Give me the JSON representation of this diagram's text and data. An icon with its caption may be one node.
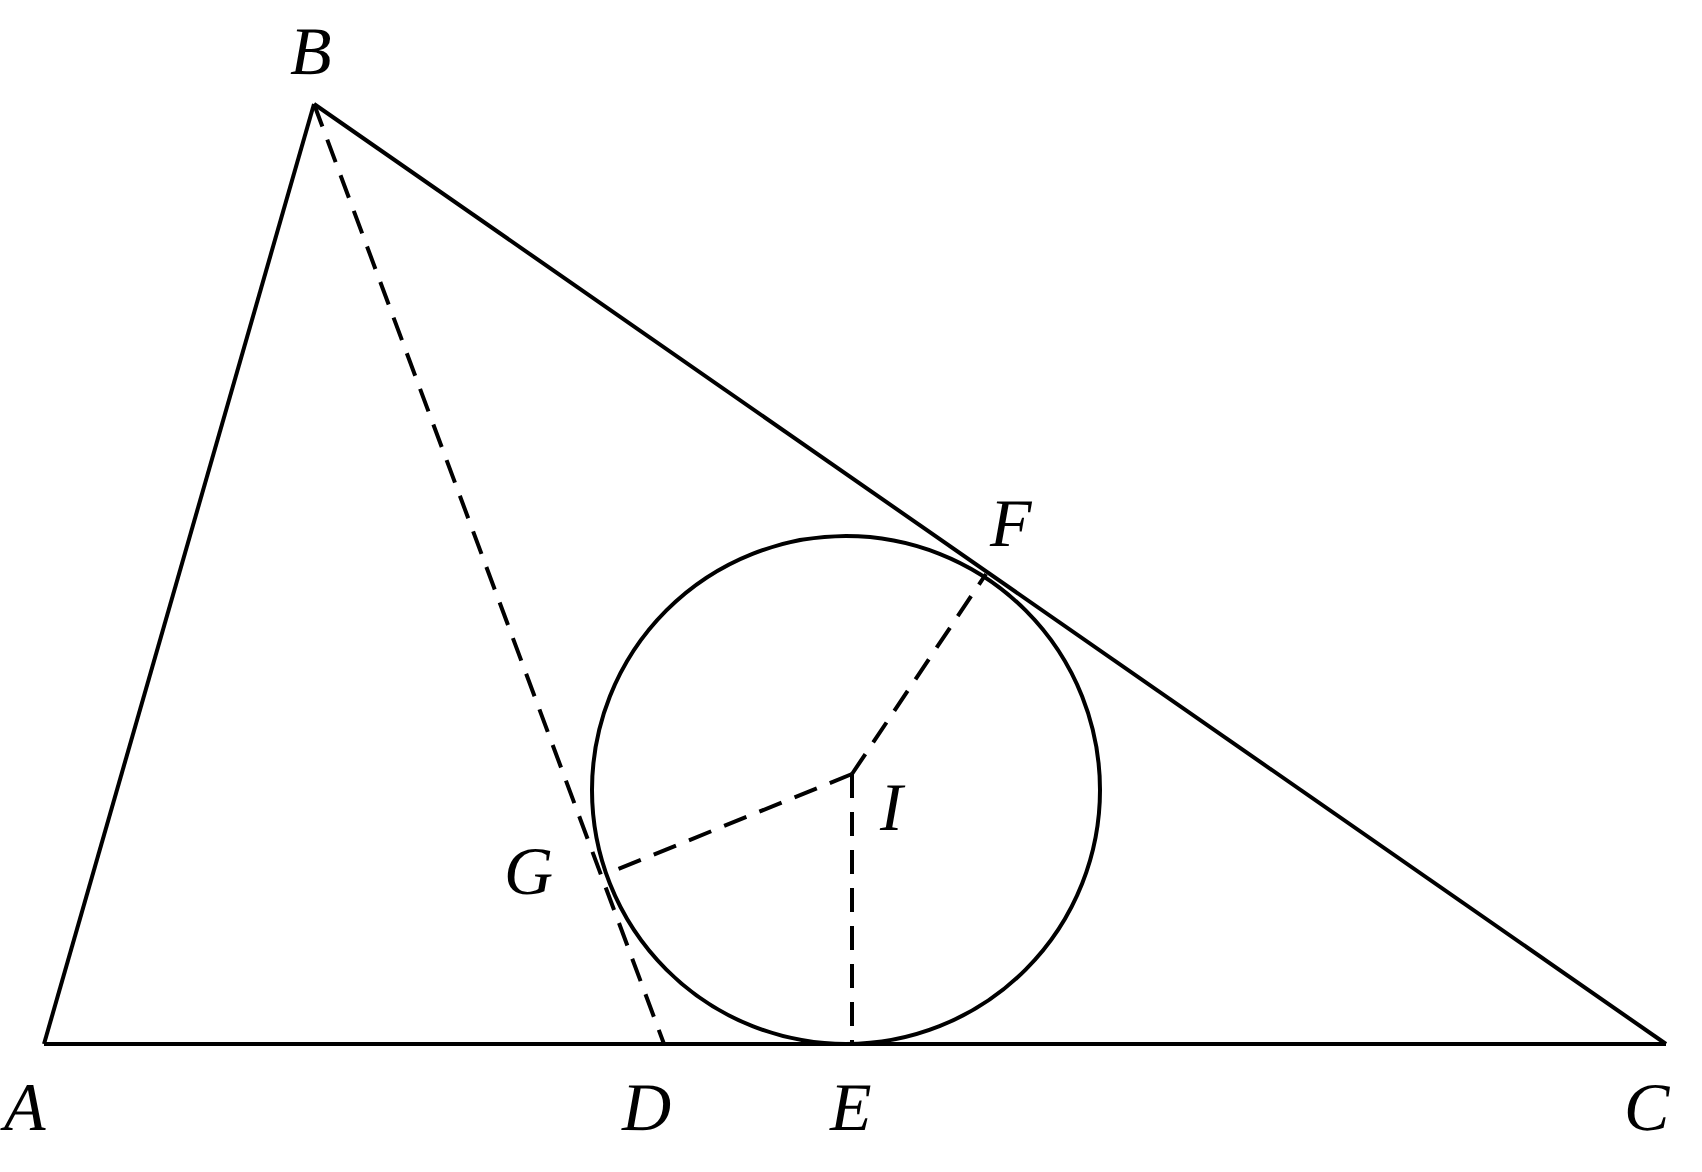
{
  "diagram": {
    "nodes": [
      {
        "text": [
          "B"
        ]
      },
      {
        "text": [
          "F"
        ]
      },
      {
        "text": [
          "I"
        ]
      },
      {
        "text": [
          "G"
        ]
      },
      {
        "text": [
          "A"
        ]
      },
      {
        "text": [
          "D"
        ]
      },
      {
        "text": [
          "E"
        ]
      },
      {
        "text": [
          "C"
        ]
      }
    ],
    "edges": [
      {
        "from": 4,
        "to": 0,
        "arrow": "none"
      },
      {
        "from": 0,
        "to": 7,
        "arrow": "none"
      },
      {
        "from": 4,
        "to": 7,
        "arrow": "none"
      },
      {
        "from": 0,
        "to": 5,
        "arrow": "none",
        "style": "dashed"
      },
      {
        "from": 2,
        "to": 3,
        "arrow": "none",
        "style": "dashed"
      },
      {
        "from": 2,
        "to": 1,
        "arrow": "none",
        "style": "dashed"
      },
      {
        "from": 2,
        "to": 6,
        "arrow": "none",
        "style": "dashed"
      }
    ]
  }
}
